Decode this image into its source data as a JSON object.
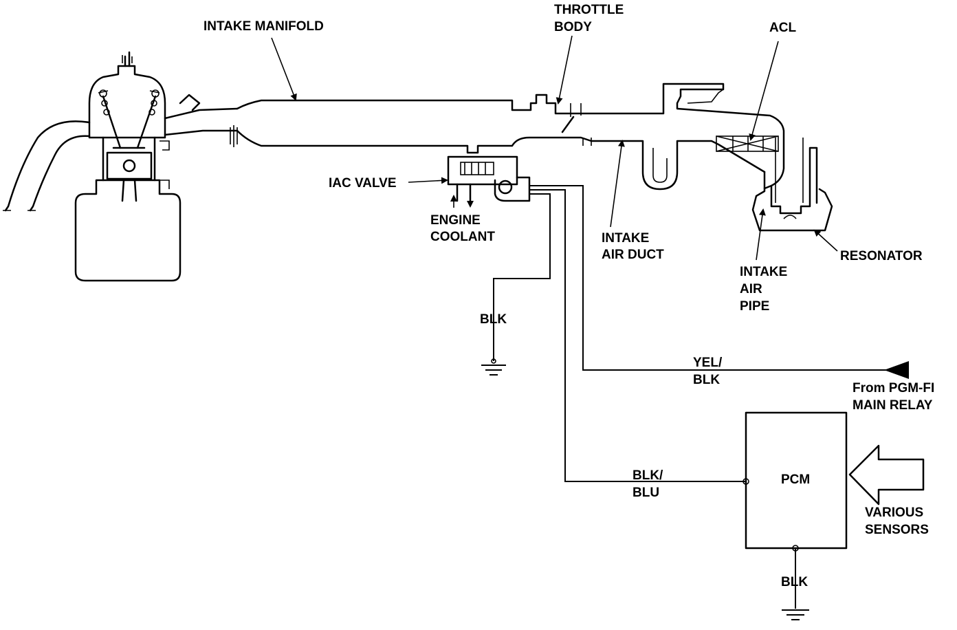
{
  "labels": {
    "intake_manifold": "INTAKE MANIFOLD",
    "throttle_body_1": "THROTTLE",
    "throttle_body_2": "BODY",
    "acl": "ACL",
    "iac_valve": "IAC VALVE",
    "engine_coolant_1": "ENGINE",
    "engine_coolant_2": "COOLANT",
    "intake_air_duct_1": "INTAKE",
    "intake_air_duct_2": "AIR DUCT",
    "resonator": "RESONATOR",
    "intake_air_pipe_1": "INTAKE",
    "intake_air_pipe_2": "AIR",
    "intake_air_pipe_3": "PIPE",
    "blk_ground": "BLK",
    "yel_blk_1": "YEL/",
    "yel_blk_2": "BLK",
    "from_relay_1": "From PGM-FI",
    "from_relay_2": "MAIN RELAY",
    "blk_blu_1": "BLK/",
    "blk_blu_2": "BLU",
    "pcm": "PCM",
    "various_sensors_1": "VARIOUS",
    "various_sensors_2": "SENSORS",
    "pcm_blk": "BLK"
  }
}
